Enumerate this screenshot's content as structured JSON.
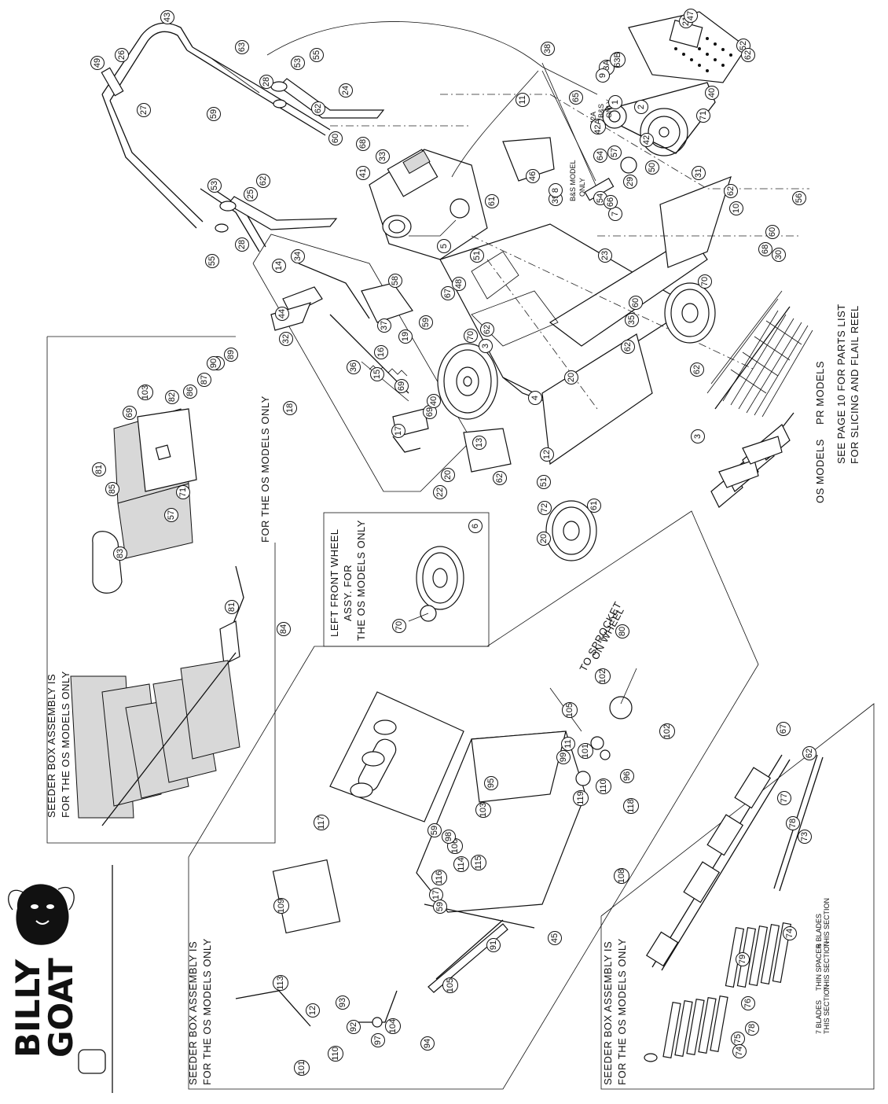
{
  "brand": {
    "line1": "BILLY",
    "line2": "GOAT"
  },
  "captions": {
    "seeder_box_top": [
      "SEEDER BOX ASSEMBLY IS",
      "FOR THE OS MODELS ONLY"
    ],
    "os_only_top": "FOR THE OS MODELS ONLY",
    "left_front_wheel": [
      "LEFT FRONT WHEEL",
      "ASSY. FOR",
      "THE OS MODELS ONLY"
    ],
    "seeder_box_bottom": [
      "SEEDER BOX ASSEMBLY IS",
      "FOR THE OS MODELS ONLY"
    ],
    "seeder_box_right": [
      "SEEDER BOX ASSEMBLY IS",
      "FOR THE OS MODELS ONLY"
    ],
    "pr_models": "PR MODELS",
    "os_models": "OS MODELS",
    "see_page": [
      "SEE PAGE 10 FOR PARTS LIST",
      "FOR SLICING AND FLAIL REEL"
    ],
    "to_sprocket": [
      "TO SPROCKET",
      "ON WHEEL"
    ],
    "bs_model": [
      "B&S MODEL",
      "ONLY"
    ],
    "bs_only_small": [
      "42A",
      "B&S",
      "ONLY"
    ],
    "blades_7": [
      "7 BLADES",
      "THIS SECTION"
    ],
    "thin_spacer": [
      "THIN SPACER",
      "THIS SECTION"
    ],
    "blades_6": [
      "6 BLADES",
      "THIS SECTION"
    ]
  },
  "callouts": [
    "43",
    "49",
    "26",
    "27",
    "63",
    "53",
    "55",
    "28",
    "24",
    "59",
    "62",
    "60",
    "68",
    "53",
    "62",
    "25",
    "28",
    "55",
    "38",
    "11",
    "65",
    "21",
    "47",
    "52",
    "63A",
    "63B",
    "62",
    "9",
    "2",
    "1",
    "42",
    "42A",
    "57",
    "71",
    "40",
    "64",
    "50",
    "41",
    "33",
    "46",
    "39",
    "54",
    "8",
    "7",
    "29",
    "31",
    "62",
    "10",
    "56",
    "61",
    "66",
    "60",
    "23",
    "60",
    "68",
    "30",
    "34",
    "14",
    "58",
    "44",
    "32",
    "16",
    "37",
    "36",
    "19",
    "59",
    "15",
    "69",
    "69",
    "17",
    "18",
    "5",
    "51",
    "48",
    "67",
    "62",
    "35",
    "62",
    "40",
    "70",
    "3",
    "4",
    "20",
    "12",
    "61",
    "13",
    "20",
    "22",
    "62",
    "51",
    "62",
    "72",
    "20",
    "3",
    "70",
    "6",
    "70",
    "69",
    "103",
    "81",
    "85",
    "82",
    "86",
    "87",
    "88",
    "89",
    "90",
    "71",
    "57",
    "83",
    "81",
    "84",
    "80",
    "102",
    "105",
    "102",
    "11",
    "99",
    "101",
    "96",
    "110",
    "119",
    "118",
    "95",
    "103",
    "106",
    "117",
    "59",
    "98",
    "114",
    "115",
    "116",
    "17",
    "59",
    "109",
    "108",
    "45",
    "105",
    "91",
    "94",
    "113",
    "12",
    "93",
    "92",
    "104",
    "97",
    "110",
    "101",
    "67",
    "62",
    "77",
    "73",
    "78",
    "74",
    "79",
    "76",
    "75",
    "74",
    "78",
    "79",
    "14"
  ],
  "page_marker": ""
}
